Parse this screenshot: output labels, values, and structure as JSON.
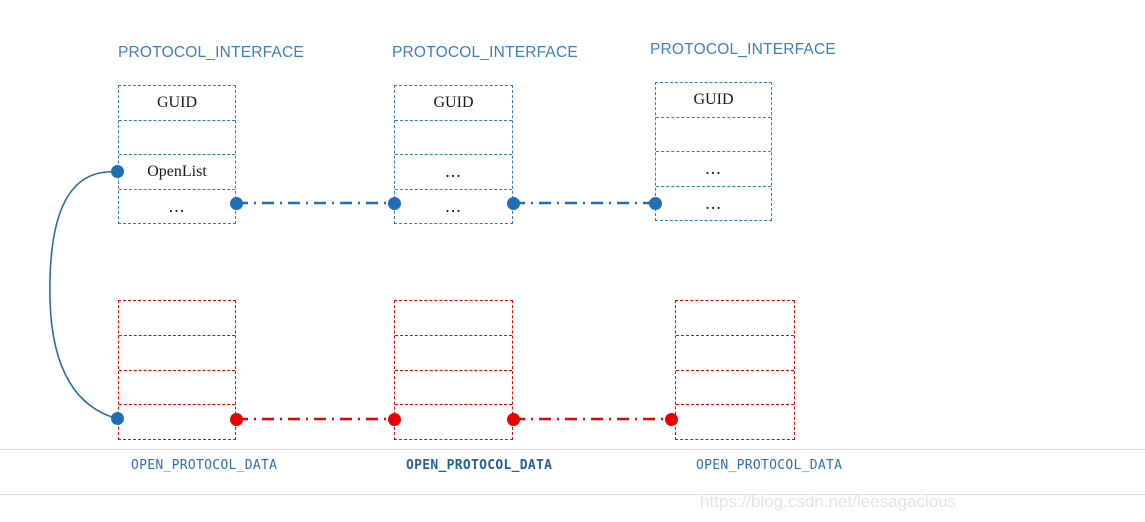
{
  "diagram": {
    "title_color": "#3f7fbf",
    "blue_color": "#1f6fb5",
    "red_color": "#ee0000",
    "interface_headers": [
      {
        "label": "PROTOCOL_INTERFACE"
      },
      {
        "label": "PROTOCOL_INTERFACE"
      },
      {
        "label": "PROTOCOL_INTERFACE"
      }
    ],
    "interface_structs": [
      {
        "rows": [
          "GUID",
          "",
          "OpenList",
          "..."
        ]
      },
      {
        "rows": [
          "GUID",
          "",
          "...",
          "..."
        ]
      },
      {
        "rows": [
          "GUID",
          "",
          "...",
          "..."
        ]
      }
    ],
    "data_structs": [
      {
        "rows": [
          "",
          "",
          "",
          ""
        ]
      },
      {
        "rows": [
          "",
          "",
          "",
          ""
        ]
      },
      {
        "rows": [
          "",
          "",
          "",
          ""
        ]
      }
    ],
    "data_labels": [
      {
        "label": "OPEN_PROTOCOL_DATA",
        "bold": false
      },
      {
        "label": "OPEN_PROTOCOL_DATA",
        "bold": true
      },
      {
        "label": "OPEN_PROTOCOL_DATA",
        "bold": false
      }
    ]
  },
  "watermark": {
    "text": "https://blog.csdn.net/leesagacious"
  }
}
